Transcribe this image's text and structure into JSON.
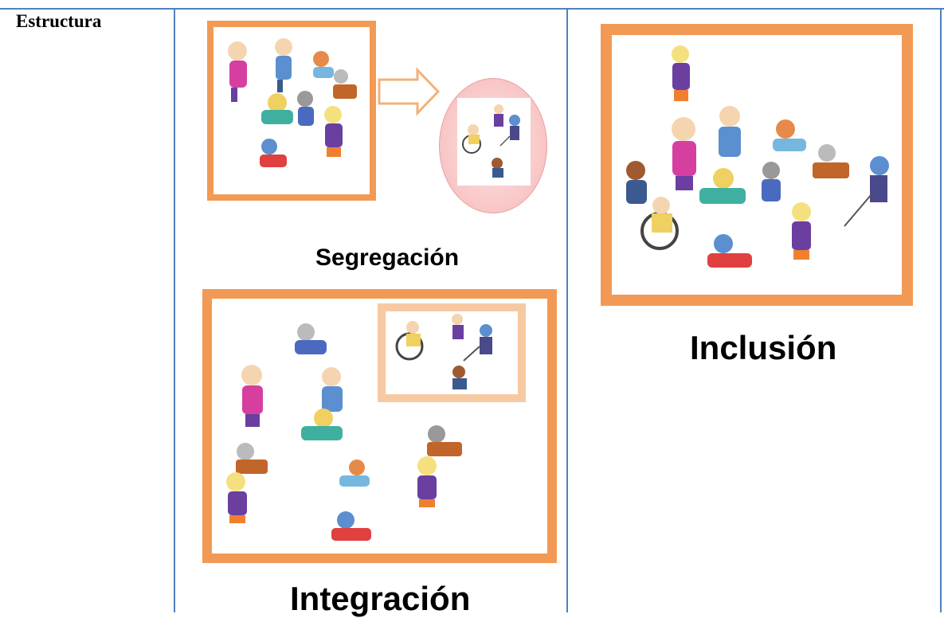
{
  "table": {
    "row_label": "Estructura"
  },
  "captions": {
    "segregation": "Segregación",
    "integration": "Integración",
    "inclusion": "Inclusión"
  },
  "colors": {
    "grid": "#4f81bd",
    "frame": "#f29a55",
    "frame_light": "#f7c9a3",
    "oval": "#f7b8b8"
  }
}
